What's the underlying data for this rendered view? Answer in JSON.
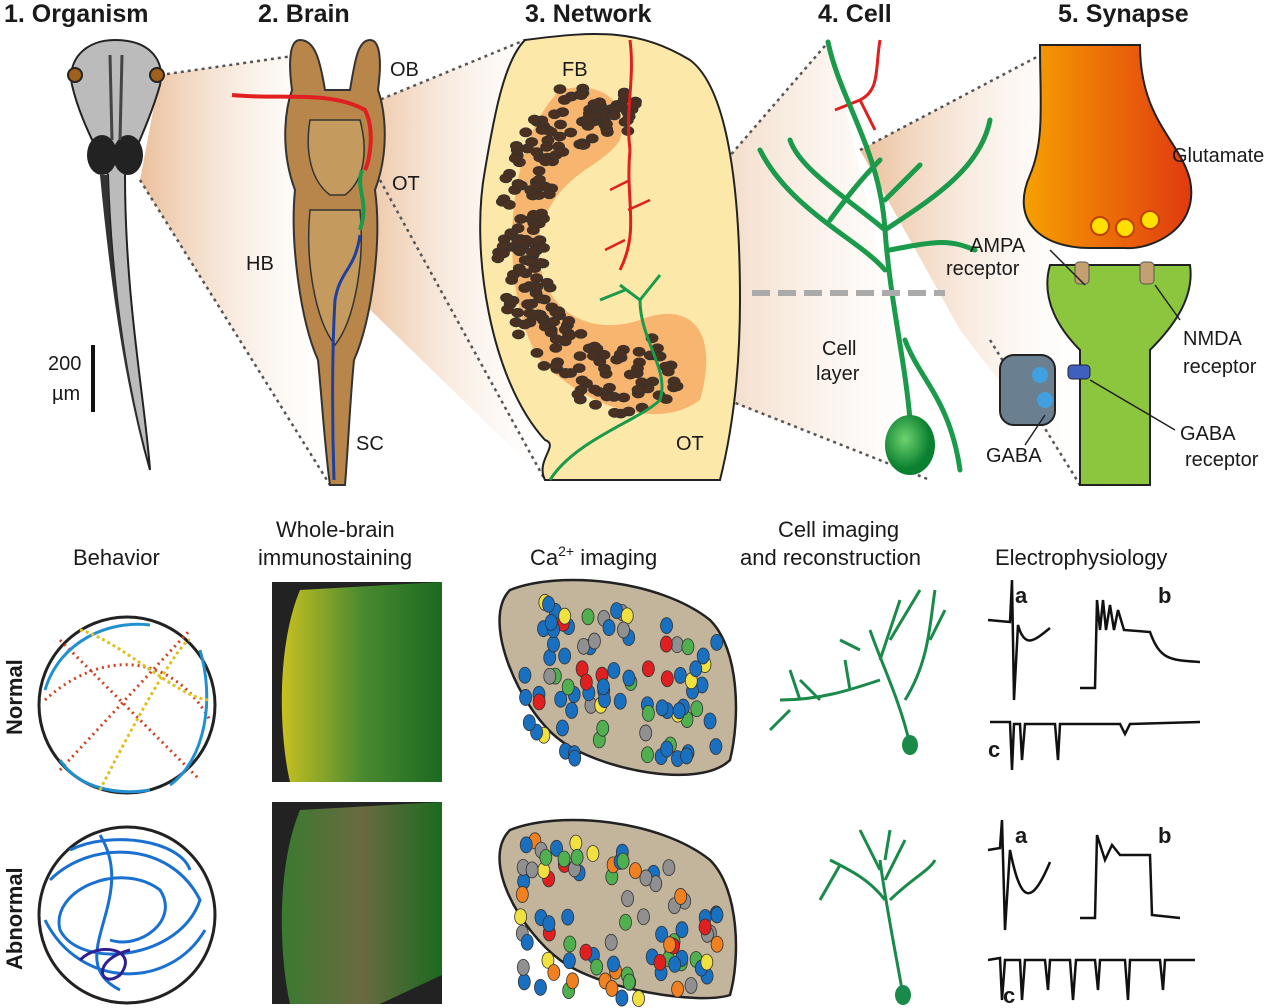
{
  "panels": {
    "organism": {
      "title": "1. Organism",
      "scale_value": "200",
      "scale_unit": "µm"
    },
    "brain": {
      "title": "2. Brain",
      "labels": {
        "ob": "OB",
        "ot": "OT",
        "hb": "HB",
        "sc": "SC"
      }
    },
    "network": {
      "title": "3. Network",
      "labels": {
        "fb": "FB",
        "ot": "OT"
      }
    },
    "cell": {
      "title": "4. Cell",
      "layer_line1": "Cell",
      "layer_line2": "layer"
    },
    "synapse": {
      "title": "5. Synapse",
      "glutamate": "Glutamate",
      "ampa_line1": "AMPA",
      "ampa_line2": "receptor",
      "nmda_line1": "NMDA",
      "nmda_line2": "receptor",
      "gaba": "GABA",
      "gabar_line1": "GABA",
      "gabar_line2": "receptor"
    }
  },
  "methods": {
    "behavior": "Behavior",
    "immuno_line1": "Whole-brain",
    "immuno_line2": "immunostaining",
    "ca_prefix": "Ca",
    "ca_sup": "2+",
    "ca_suffix": " imaging",
    "cellimg_line1": "Cell imaging",
    "cellimg_line2": "and reconstruction",
    "ephys": "Electrophysiology"
  },
  "rows": {
    "normal": "Normal",
    "abnormal": "Abnormal"
  },
  "traces": {
    "a": "a",
    "b": "b",
    "c": "c"
  },
  "colors": {
    "neuron": "#1a9a4a",
    "axon": "#e02020",
    "blue_axon": "#2040a0",
    "brain": "#b8864a",
    "synapse_pre": "#f05a10",
    "synapse_post": "#8cc63f",
    "ca_bg": "#c2b59b"
  }
}
